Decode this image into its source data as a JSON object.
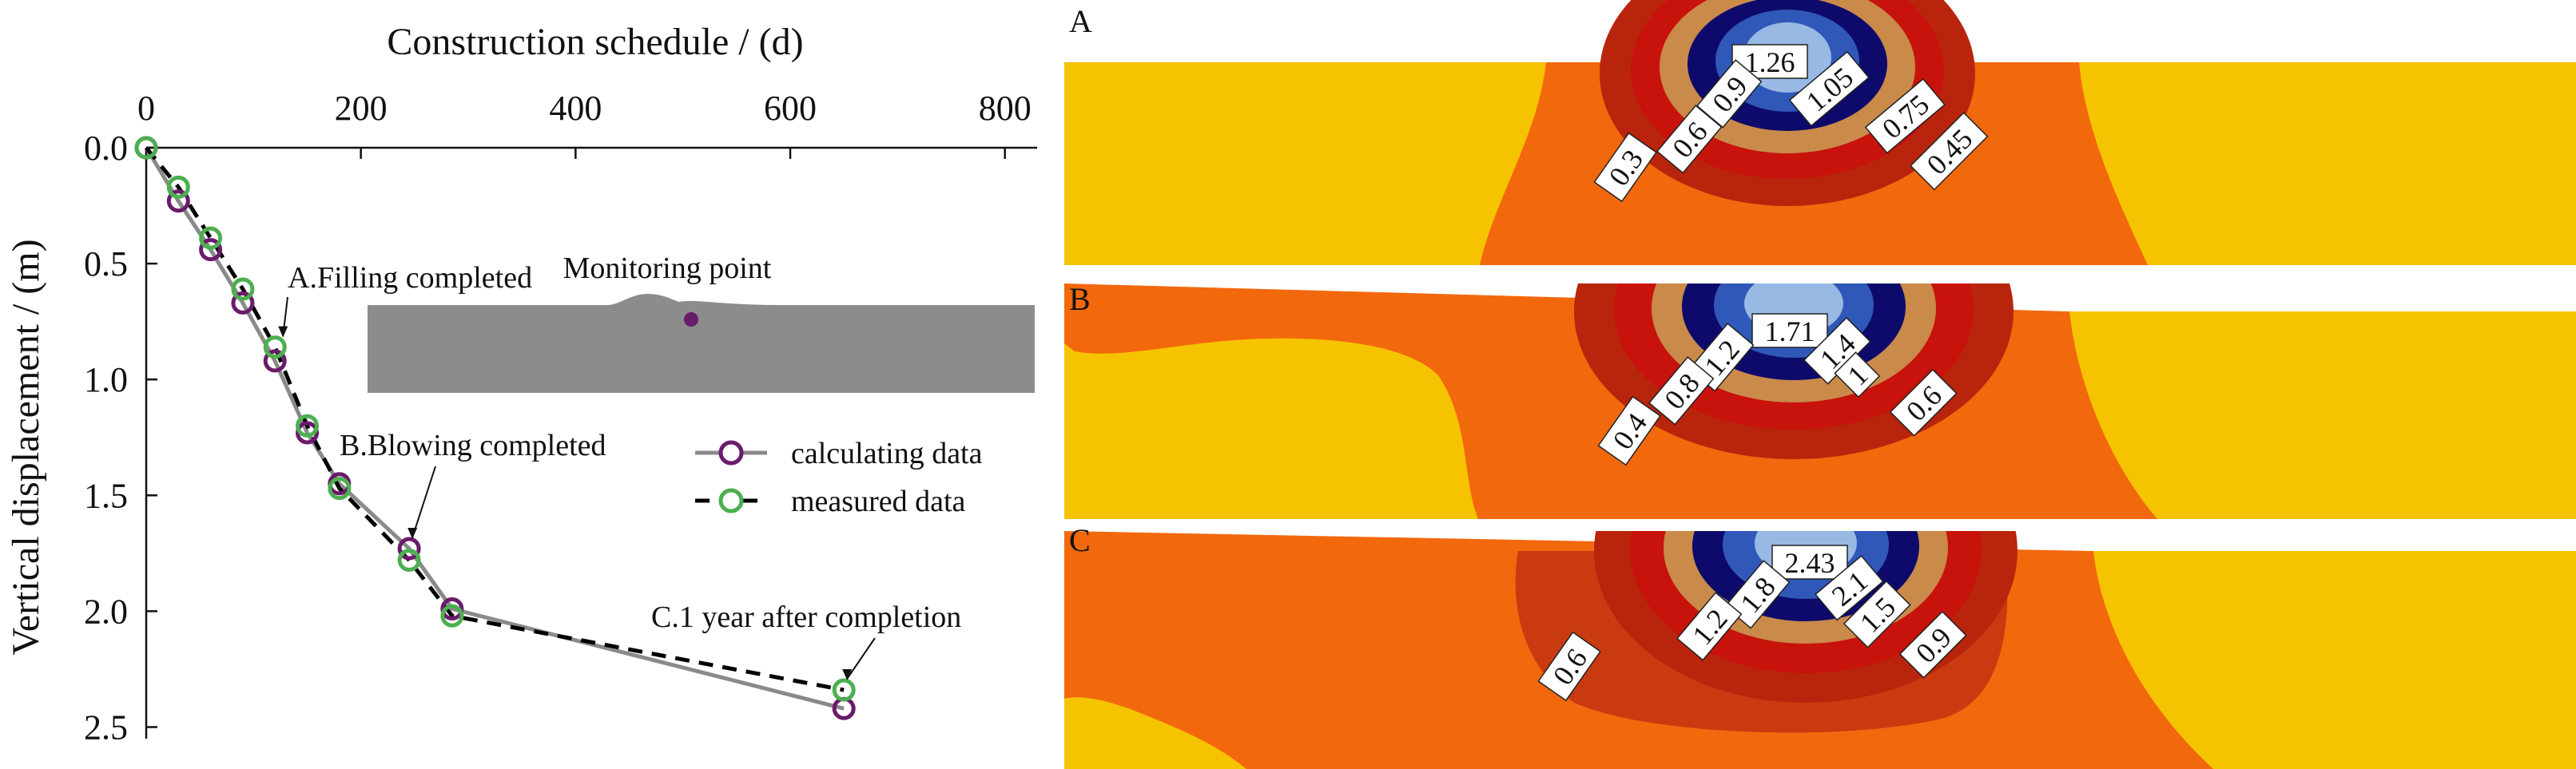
{
  "chart_data": {
    "type": "line",
    "x_axis_title": "Construction schedule / (d)",
    "y_axis_title": "Vertical displacement / (m)",
    "x_ticks": [
      "0",
      "200",
      "400",
      "600",
      "800"
    ],
    "y_ticks": [
      "0.0",
      "0.5",
      "1.0",
      "1.5",
      "2.0",
      "2.5"
    ],
    "xlim": [
      0,
      830
    ],
    "ylim": [
      0,
      2.55
    ],
    "x_axis_position": "top",
    "y_inverted": true,
    "grid": false,
    "legend_position": "right-middle",
    "series": [
      {
        "name": "calculating data",
        "color": "#8a8a8a",
        "marker_color": "#6a1b6a",
        "dash": "solid",
        "x": [
          0,
          30,
          60,
          90,
          120,
          150,
          180,
          245,
          285,
          650
        ],
        "y": [
          0.0,
          0.23,
          0.44,
          0.67,
          0.92,
          1.23,
          1.45,
          1.73,
          1.99,
          2.42
        ]
      },
      {
        "name": "measured data",
        "color": "#000000",
        "marker_color": "#4caf50",
        "dash": "dashed",
        "x": [
          0,
          30,
          60,
          90,
          120,
          150,
          180,
          245,
          285,
          650
        ],
        "y": [
          0.0,
          0.17,
          0.39,
          0.61,
          0.86,
          1.2,
          1.47,
          1.78,
          2.02,
          2.34
        ]
      }
    ],
    "annotations": [
      {
        "text": "A.Filling completed",
        "point": [
          120,
          0.86
        ]
      },
      {
        "text": "B.Blowing completed",
        "point": [
          245,
          1.73
        ]
      },
      {
        "text": "C.1 year after completion",
        "point": [
          650,
          2.34
        ]
      }
    ],
    "inset": {
      "label": "Monitoring point",
      "body_color": "#8c8c8c",
      "point_color": "#6a1b6a"
    }
  },
  "contour_panels": [
    {
      "letter": "A",
      "labels": [
        "1.26",
        "1.05",
        "0.9",
        "0.75",
        "0.6",
        "0.45",
        "0.3"
      ]
    },
    {
      "letter": "B",
      "labels": [
        "1.71",
        "1.4",
        "1.2",
        "1",
        "0.8",
        "0.6",
        "0.4"
      ]
    },
    {
      "letter": "C",
      "labels": [
        "2.43",
        "2.1",
        "1.8",
        "1.5",
        "1.2",
        "0.9",
        "0.6"
      ]
    }
  ],
  "colors": {
    "outer_yellow": "#f6c300",
    "orange": "#f2680d",
    "dark_red": "#b8250c",
    "red": "#c8120c",
    "tan": "#c98a4a",
    "navy": "#0e0a6b",
    "blue": "#2f58b8",
    "light_blue": "#98b9e4"
  }
}
